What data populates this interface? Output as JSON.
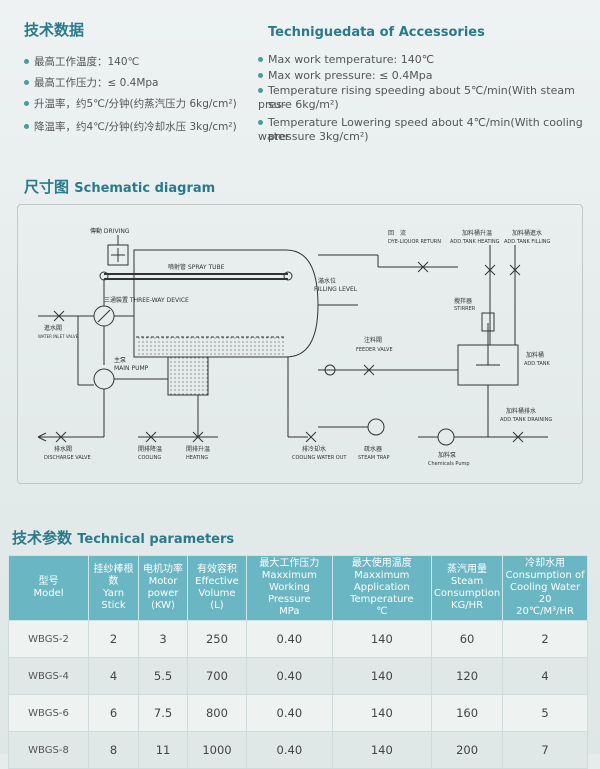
{
  "left_header": {
    "cn": "技术数据"
  },
  "right_header": {
    "en": "Techniguedata of Accessories"
  },
  "left_bullets": [
    "最高工作温度：140℃",
    "最高工作压力：≤ 0.4Mpa",
    "升温率，约5℃/分钟(约蒸汽压力 6kg/cm²)",
    "降温率，约4℃/分钟(约冷却水压 3kg/cm²)"
  ],
  "right_bullets": [
    "Max work temperature: 140℃",
    "Max work pressure: ≤ 0.4Mpa",
    "Temperature rising speeding about 5℃/min(With steam pres-",
    "sure 6kg/m²)",
    "Temperature Lowering speed about 4℃/min(With cooling water",
    "pressure 3kg/cm²)"
  ],
  "schematic_header": {
    "cn": "尺寸图",
    "en": "Schematic diagram"
  },
  "diagram_labels": {
    "driving": "傳動 DRIVING",
    "spray_tube": "噴射管 SPRAY TUBE",
    "three_way": "三通裝置 THREE-WAY DEVICE",
    "water_inlet_cn": "進水閥",
    "water_inlet_en": "WATER INLET VALVE",
    "main_pump_cn": "主泵",
    "main_pump_en": "MAIN PUMP",
    "filling_level_cn": "滿水位",
    "filling_level_en": "FILLING LEVEL",
    "dye_return_cn": "回　流",
    "dye_return_en": "DYE-LIQUOR RETURN",
    "tank_heating_cn": "加料桶升温",
    "tank_heating_en": "ADD.TANK HEATING",
    "tank_filling_cn": "加料桶進水",
    "tank_filling_en": "ADD.TANK FILLING",
    "stirrer_cn": "攪拌器",
    "stirrer_en": "STIRRER",
    "feeder_cn": "注料閥",
    "feeder_en": "FEEDER VALVE",
    "add_tank_cn": "加料桶",
    "add_tank_en": "ADD.TANK",
    "tank_drain_cn": "加料桶排水",
    "tank_drain_en": "ADD.TANK DRAINING",
    "discharge_cn": "排水閥",
    "discharge_en": "DISCHARGE VALVE",
    "cooling_cn": "開排降温",
    "cooling_en": "COOLING",
    "heating_cn": "開排升温",
    "heating_en": "HEATING",
    "cool_out_cn": "排冷却水",
    "cool_out_en": "COOLING WATER OUT",
    "steam_trap_cn": "疏水器",
    "steam_trap_en": "STEAM TRAP",
    "chem_pump_cn": "加料泵",
    "chem_pump_en": "Chemicals Pump"
  },
  "table_header": {
    "cn": "技术参数",
    "en": "Technical parameters"
  },
  "table": {
    "columns": [
      [
        "型号",
        "Model"
      ],
      [
        "挂纱棒根数",
        "Yarn Stick"
      ],
      [
        "电机功率",
        "Motor",
        "power",
        "(KW)"
      ],
      [
        "有效容积",
        "Effective",
        "Volume",
        "(L)"
      ],
      [
        "最大工作压力",
        "Maxximum",
        "Working Pressure",
        "MPa"
      ],
      [
        "最大使用温度",
        "Maxximum",
        "Application Temperature",
        "℃"
      ],
      [
        "蒸汽用量",
        "Steam",
        "Consumption",
        "KG/HR"
      ],
      [
        "冷却水用",
        "Consumption of",
        "Cooling Water 20",
        "20℃/M³/HR"
      ]
    ],
    "rows": [
      [
        "WBGS-2",
        "2",
        "3",
        "250",
        "0.40",
        "140",
        "60",
        "2"
      ],
      [
        "WBGS-4",
        "4",
        "5.5",
        "700",
        "0.40",
        "140",
        "120",
        "4"
      ],
      [
        "WBGS-6",
        "6",
        "7.5",
        "800",
        "0.40",
        "140",
        "160",
        "5"
      ],
      [
        "WBGS-8",
        "8",
        "11",
        "1000",
        "0.40",
        "140",
        "200",
        "7"
      ]
    ]
  }
}
